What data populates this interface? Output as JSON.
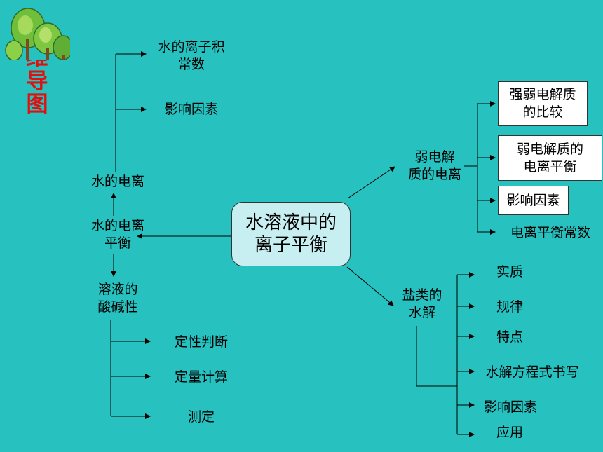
{
  "title_chars": [
    "思",
    "维",
    "导",
    "图"
  ],
  "center": {
    "line1": "水溶液中的",
    "line2": "离子平衡"
  },
  "water_branch": {
    "ion_product": {
      "line1": "水的离子积",
      "line2": "常数"
    },
    "factors": "影响因素",
    "ionization": "水的电离",
    "equilibrium": {
      "line1": "水的电离",
      "line2": "平衡"
    },
    "acidity": {
      "line1": "溶液的",
      "line2": "酸碱性"
    },
    "qualitative": "定性判断",
    "quantitative": "定量计算",
    "measurement": "测定"
  },
  "weak_electrolyte": {
    "title": {
      "line1": "弱电解",
      "line2": "质的电离"
    },
    "compare": {
      "line1": "强弱电解质",
      "line2": "的比较"
    },
    "equilibrium": {
      "line1": "弱电解质的",
      "line2": "电离平衡"
    },
    "factors": "影响因素",
    "constant": "电离平衡常数"
  },
  "salt_hydrolysis": {
    "title": {
      "line1": "盐类的",
      "line2": "水解"
    },
    "essence": "实质",
    "rule": "规律",
    "features": "特点",
    "equation": "水解方程式书写",
    "factors": "影响因素",
    "application": "应用"
  }
}
